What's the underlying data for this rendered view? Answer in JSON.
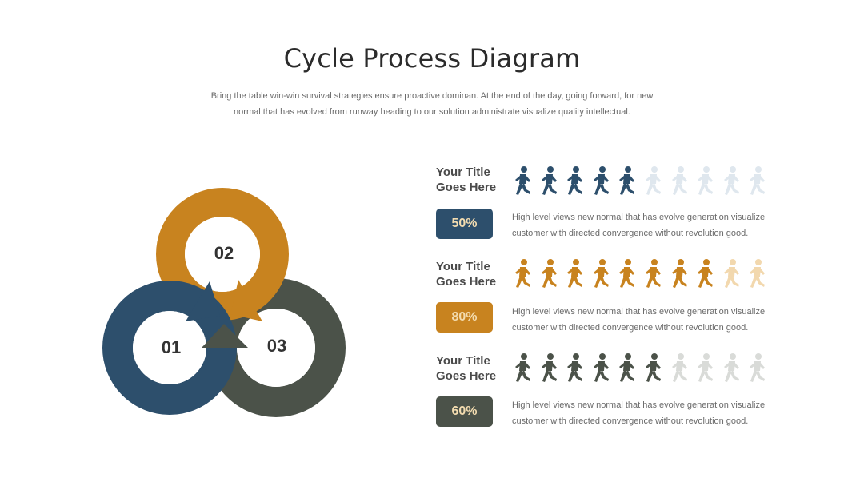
{
  "header": {
    "title": "Cycle Process Diagram",
    "subtitle": "Bring the table win-win survival strategies ensure proactive dominan. At the end of the day, going forward, for new normal that has evolved from runway heading to our solution administrate visualize quality intellectual."
  },
  "cycle": {
    "labels": [
      "01",
      "02",
      "03"
    ],
    "colors": [
      "#2d4f6c",
      "#c8831f",
      "#4b5249"
    ]
  },
  "rows": [
    {
      "title": "Your Title Goes Here",
      "percent": "50%",
      "filled": 5,
      "total": 10,
      "color": "#2d4f6c",
      "faded_color": "#dfe7ee",
      "badge_color": "#2d4f6c",
      "description": "High level views new normal that has evolve generation visualize customer with directed convergence without revolution good."
    },
    {
      "title": "Your Title Goes Here",
      "percent": "80%",
      "filled": 8,
      "total": 10,
      "color": "#c8831f",
      "faded_color": "#f2d8ae",
      "badge_color": "#c8831f",
      "description": "High level views new normal that has evolve generation visualize customer with directed convergence without revolution good."
    },
    {
      "title": "Your Title Goes Here",
      "percent": "60%",
      "filled": 6,
      "total": 10,
      "color": "#4b5249",
      "faded_color": "#d9dbd8",
      "badge_color": "#4b5249",
      "description": "High level views new normal that has evolve generation visualize customer with directed convergence without revolution good."
    }
  ]
}
